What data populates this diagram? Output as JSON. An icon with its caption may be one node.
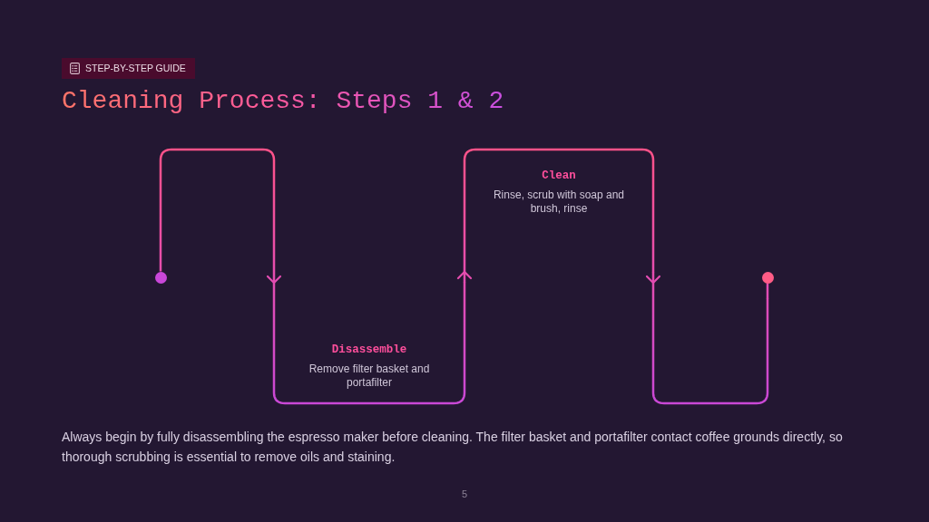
{
  "diagram": {
    "title": "Cleaning Process: Steps 1 & 2",
    "nodes": [
      {
        "text": [],
        "shape": "circle"
      },
      {
        "text": [
          "Disassemble",
          "Remove filter basket and portafilter"
        ]
      },
      {
        "text": [
          "Clean",
          "Rinse, scrub with soap and brush, rinse"
        ]
      },
      {
        "text": [],
        "shape": "box"
      },
      {
        "text": [],
        "shape": "circle"
      }
    ],
    "edges": [
      {
        "from": 0,
        "to": 1,
        "arrow": "to"
      },
      {
        "from": 1,
        "to": 2,
        "arrow": "to"
      },
      {
        "from": 2,
        "to": 3,
        "arrow": "to"
      },
      {
        "from": 3,
        "to": 4,
        "arrow": "none"
      }
    ],
    "labels": [
      "STEP-BY-STEP GUIDE",
      "Always begin by fully disassembling the espresso maker before cleaning. The filter basket and portafilter contact coffee grounds directly, so thorough scrubbing is essential to remove oils and staining.",
      "5"
    ]
  }
}
